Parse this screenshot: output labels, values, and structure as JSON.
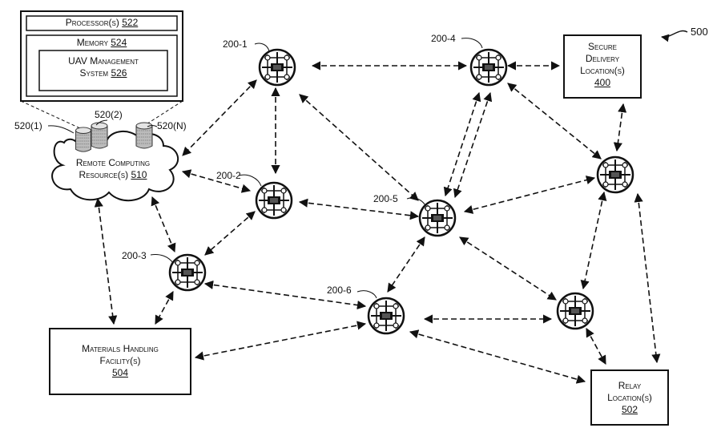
{
  "figure_ref": "500",
  "server": {
    "processor": "Processor(s)",
    "processor_ref": "522",
    "memory": "Memory",
    "memory_ref": "524",
    "uav_line1": "UAV Management",
    "uav_line2": "System",
    "uav_ref": "526"
  },
  "resources": {
    "line1": "Remote Computing",
    "line2": "Resource(s)",
    "ref": "510",
    "server_labels": [
      "520(1)",
      "520(2)",
      "520(N)"
    ]
  },
  "secure_delivery": {
    "line1": "Secure",
    "line2": "Delivery",
    "line3": "Location(s)",
    "ref": "400"
  },
  "materials": {
    "line1": "Materials Handling",
    "line2": "Facility(s)",
    "ref": "504"
  },
  "relay": {
    "line1": "Relay",
    "line2": "Location(s)",
    "ref": "502"
  },
  "uav_labels": [
    "200-1",
    "200-2",
    "200-3",
    "200-4",
    "200-5",
    "200-6"
  ]
}
